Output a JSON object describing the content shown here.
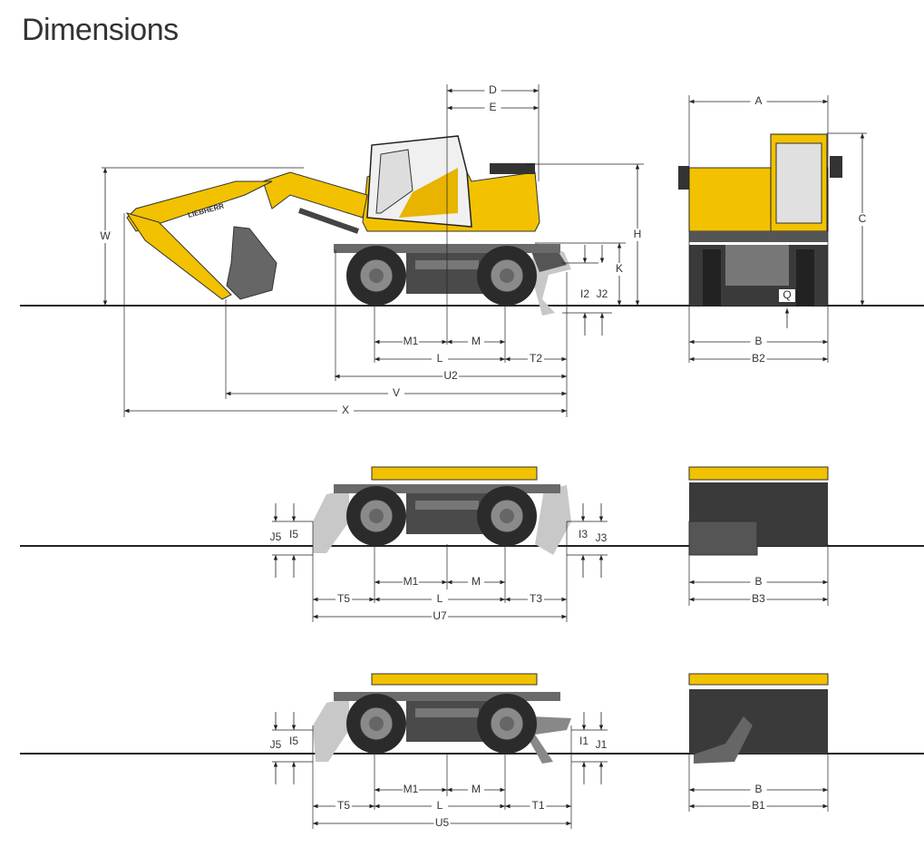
{
  "title": "Dimensions",
  "brand_logo_text": "LIEBHERR",
  "colors": {
    "machine_yellow": "#f2c200",
    "undercarriage_gray": "#5a5a5a",
    "blade_light": "#c8c8c8",
    "line": "#222222"
  },
  "labels": {
    "D": "D",
    "E": "E",
    "H": "H",
    "K": "K",
    "W": "W",
    "I2": "I2",
    "J2": "J2",
    "M1": "M1",
    "M": "M",
    "L": "L",
    "T2": "T2",
    "U2": "U2",
    "V": "V",
    "X": "X",
    "A": "A",
    "C": "C",
    "Q": "Q",
    "B": "B",
    "B2": "B2",
    "J5": "J5",
    "I5": "I5",
    "I3": "I3",
    "J3": "J3",
    "T5": "T5",
    "T3": "T3",
    "U7": "U7",
    "B3": "B3",
    "I1": "I1",
    "J1": "J1",
    "T1": "T1",
    "U5": "U5",
    "B1": "B1"
  }
}
